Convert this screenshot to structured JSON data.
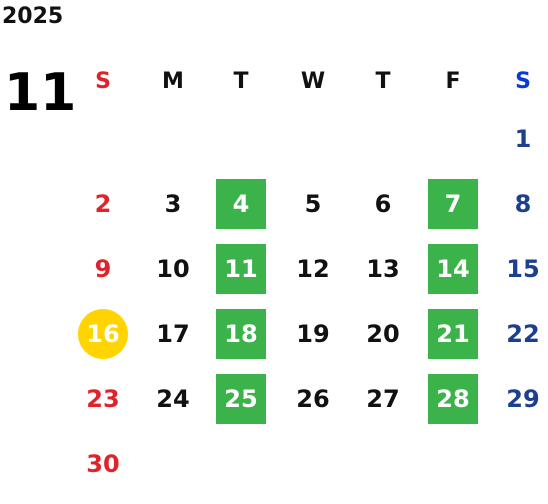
{
  "calendar": {
    "year": "2025",
    "month": "11",
    "weekday_headers": [
      "S",
      "M",
      "T",
      "W",
      "T",
      "F",
      "S"
    ],
    "weeks": [
      [
        null,
        null,
        null,
        null,
        null,
        null,
        "1"
      ],
      [
        "2",
        "3",
        "4",
        "5",
        "6",
        "7",
        "8"
      ],
      [
        "9",
        "10",
        "11",
        "12",
        "13",
        "14",
        "15"
      ],
      [
        "16",
        "17",
        "18",
        "19",
        "20",
        "21",
        "22"
      ],
      [
        "23",
        "24",
        "25",
        "26",
        "27",
        "28",
        "29"
      ],
      [
        "30",
        null,
        null,
        null,
        null,
        null,
        null
      ]
    ],
    "highlighted_days": [
      "4",
      "7",
      "11",
      "14",
      "18",
      "21",
      "25",
      "28"
    ],
    "today": "16",
    "colors": {
      "sunday": "#e0232a",
      "saturday_header": "#0a3ad6",
      "saturday": "#1d3f8f",
      "highlight": "#3bb34a",
      "today": "#ffd400"
    }
  }
}
